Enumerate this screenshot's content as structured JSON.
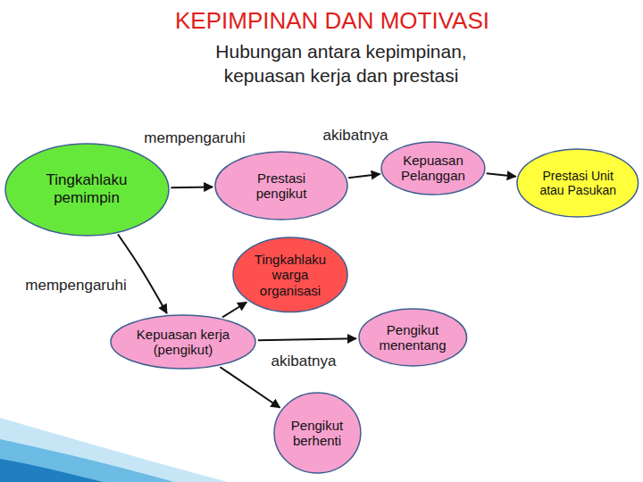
{
  "diagram": {
    "title": "KEPIMPINAN DAN MOTIVASI",
    "nodes": [
      {
        "text": [
          "Tingkahlaku pemimpin"
        ]
      },
      {
        "text": [
          "Prestasi pengikut"
        ]
      },
      {
        "text": [
          "Kepuasan Pelanggan"
        ]
      },
      {
        "text": [
          "Prestasi Unit atau Pasukan"
        ]
      },
      {
        "text": [
          "Tingkahlaku warga organisasi"
        ]
      },
      {
        "text": [
          "Kepuasan kerja (pengikut)"
        ]
      },
      {
        "text": [
          "Pengikut menentang"
        ]
      },
      {
        "text": [
          "Pengikut berhenti"
        ]
      }
    ],
    "edges": [
      {
        "from": 0,
        "to": 1,
        "arrow": "to"
      },
      {
        "from": 1,
        "to": 2,
        "arrow": "to"
      },
      {
        "from": 2,
        "to": 3,
        "arrow": "to"
      },
      {
        "from": 0,
        "to": 5,
        "arrow": "to"
      },
      {
        "from": 5,
        "to": 4,
        "arrow": "to"
      },
      {
        "from": 5,
        "to": 6,
        "arrow": "to"
      },
      {
        "from": 5,
        "to": 7,
        "arrow": "to"
      }
    ],
    "labels": [
      "Hubungan antara kepimpinan, kepuasan kerja dan prestasi",
      "mempengaruhi",
      "akibatnya",
      "mempengaruhi",
      "akibatnya"
    ]
  }
}
